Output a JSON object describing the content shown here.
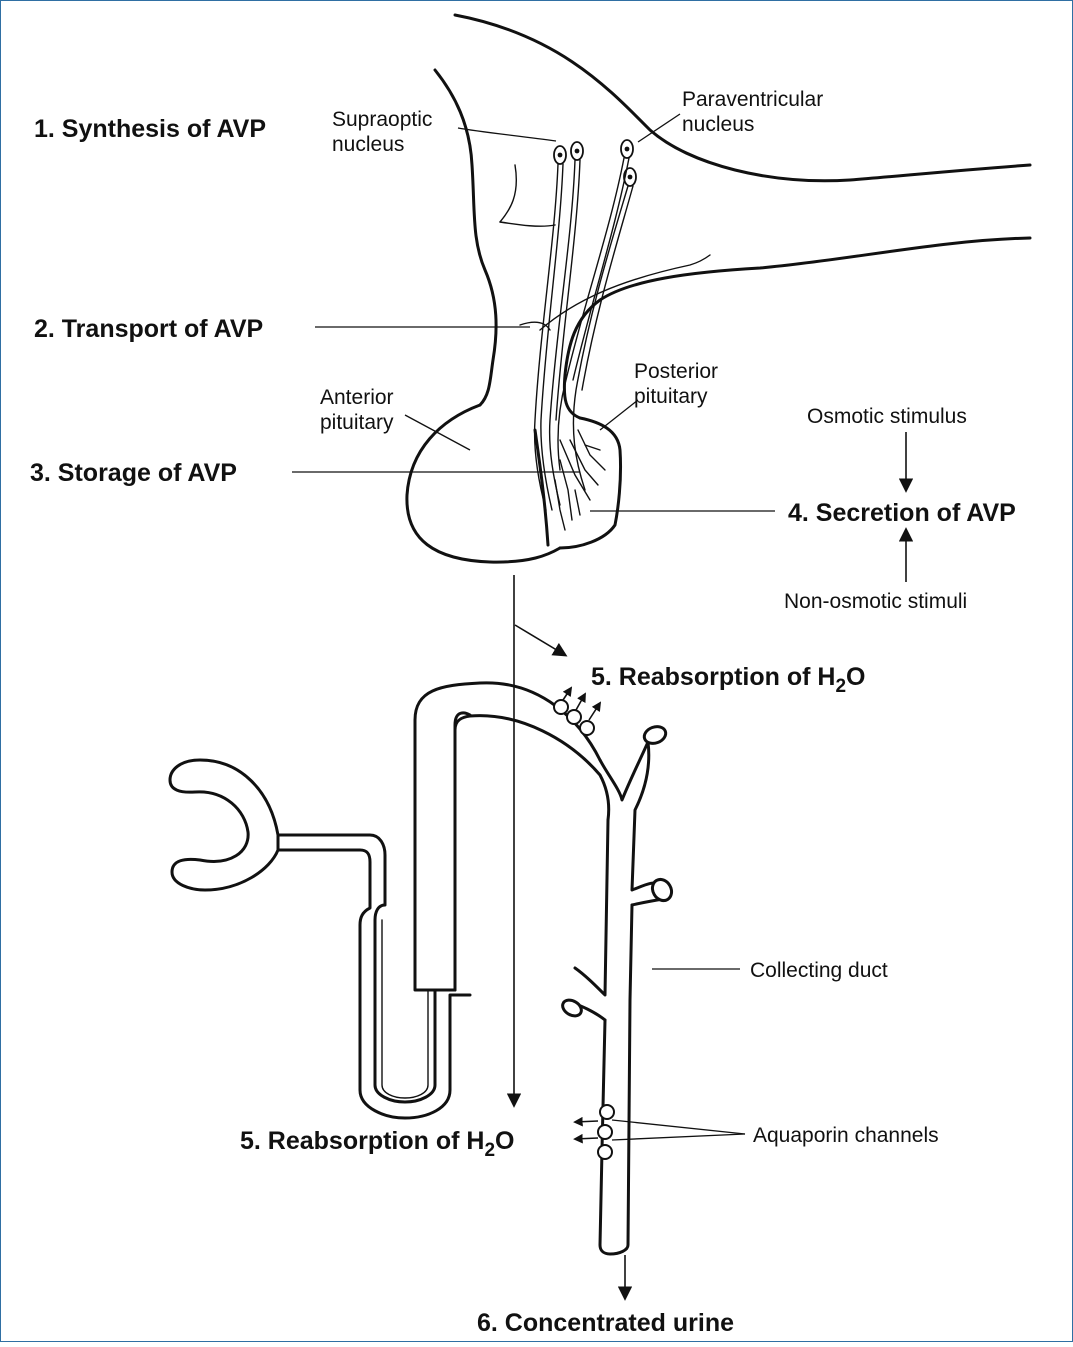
{
  "steps": {
    "synthesis": "1. Synthesis of AVP",
    "transport": "2. Transport of AVP",
    "storage": "3. Storage of AVP",
    "secretion": "4. Secretion of AVP",
    "reabsorption_prefix": "5. Reabsorption of H",
    "reabsorption_subscript": "2",
    "reabsorption_suffix": "O",
    "urine": "6. Concentrated urine"
  },
  "labels": {
    "supraoptic_line1": "Supraoptic",
    "supraoptic_line2": "nucleus",
    "paraventricular_line1": "Paraventricular",
    "paraventricular_line2": "nucleus",
    "anterior_line1": "Anterior",
    "anterior_line2": "pituitary",
    "posterior_line1": "Posterior",
    "posterior_line2": "pituitary",
    "osmotic": "Osmotic stimulus",
    "non_osmotic": "Non-osmotic stimuli",
    "collecting_duct": "Collecting duct",
    "aquaporin": "Aquaporin channels"
  },
  "colors": {
    "frame_border": "#2f6fa3",
    "ink": "#111111",
    "background": "#ffffff"
  }
}
